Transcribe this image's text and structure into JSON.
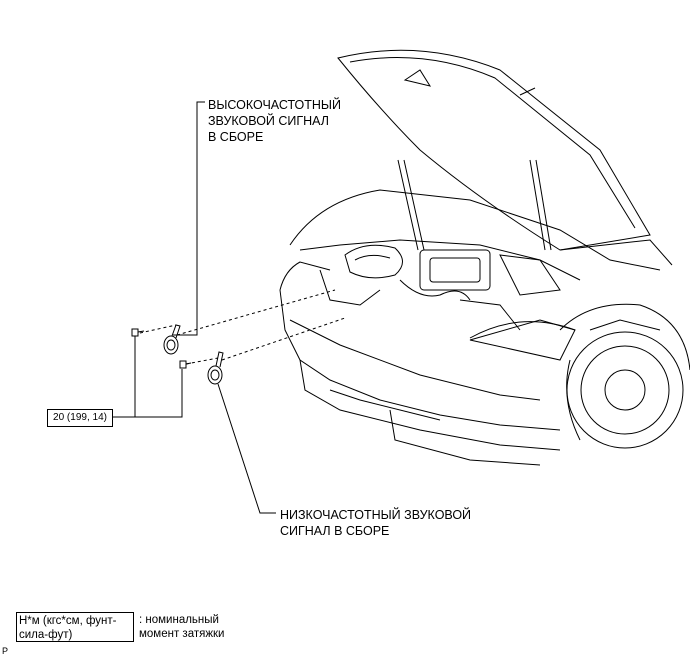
{
  "labels": {
    "high_horn": "ВЫСОКОЧАСТОТНЫЙ\nЗВУКОВОЙ СИГНАЛ\nВ СБОРЕ",
    "low_horn": "НИЗКОЧАСТОТНЫЙ ЗВУКОВОЙ\nСИГНАЛ В СБОРЕ",
    "torque": "20 (199, 14)"
  },
  "legend": {
    "box_text": "Н*м (кгс*см, фунт-\nсила-фут)",
    "description": ": номинальный\nмомент затяжки"
  },
  "figure_id": "P"
}
